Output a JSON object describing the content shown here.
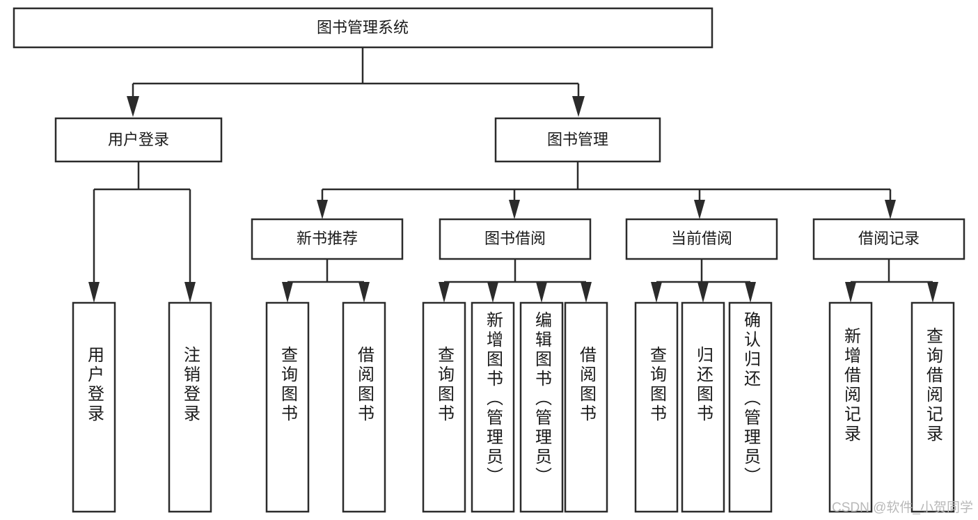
{
  "diagram": {
    "type": "hierarchy-tree",
    "title": "图书管理系统",
    "orientation": "top-down",
    "levels": 4,
    "root": {
      "label": "图书管理系统",
      "text_direction": "horizontal"
    },
    "level2": [
      {
        "label": "用户登录",
        "text_direction": "horizontal"
      },
      {
        "label": "图书管理",
        "text_direction": "horizontal"
      }
    ],
    "level3": [
      {
        "label": "新书推荐",
        "text_direction": "horizontal",
        "parent": "图书管理"
      },
      {
        "label": "图书借阅",
        "text_direction": "horizontal",
        "parent": "图书管理"
      },
      {
        "label": "当前借阅",
        "text_direction": "horizontal",
        "parent": "图书管理"
      },
      {
        "label": "借阅记录",
        "text_direction": "horizontal",
        "parent": "图书管理"
      }
    ],
    "leaves": {
      "用户登录": [
        {
          "label": "用户登录",
          "text_direction": "vertical"
        },
        {
          "label": "注销登录",
          "text_direction": "vertical"
        }
      ],
      "新书推荐": [
        {
          "label": "查询图书",
          "text_direction": "vertical"
        },
        {
          "label": "借阅图书",
          "text_direction": "vertical"
        }
      ],
      "图书借阅": [
        {
          "label": "查询图书",
          "text_direction": "vertical"
        },
        {
          "label": "新增图书（管理员）",
          "text_direction": "vertical"
        },
        {
          "label": "编辑图书（管理员）",
          "text_direction": "vertical"
        },
        {
          "label": "借阅图书",
          "text_direction": "vertical"
        }
      ],
      "当前借阅": [
        {
          "label": "查询图书",
          "text_direction": "vertical"
        },
        {
          "label": "归还图书",
          "text_direction": "vertical"
        },
        {
          "label": "确认归还（管理员）",
          "text_direction": "vertical"
        }
      ],
      "借阅记录": [
        {
          "label": "新增借阅记录",
          "text_direction": "vertical"
        },
        {
          "label": "查询借阅记录",
          "text_direction": "vertical"
        }
      ]
    }
  },
  "watermark": {
    "text": "CSDN @软件_小贺同学"
  },
  "colors": {
    "background": "#ffffff",
    "box_fill": "#ffffff",
    "box_stroke": "#2b2b2b",
    "connector": "#2b2b2b",
    "text": "#1a1a1a",
    "watermark": "#b9b9b9"
  }
}
